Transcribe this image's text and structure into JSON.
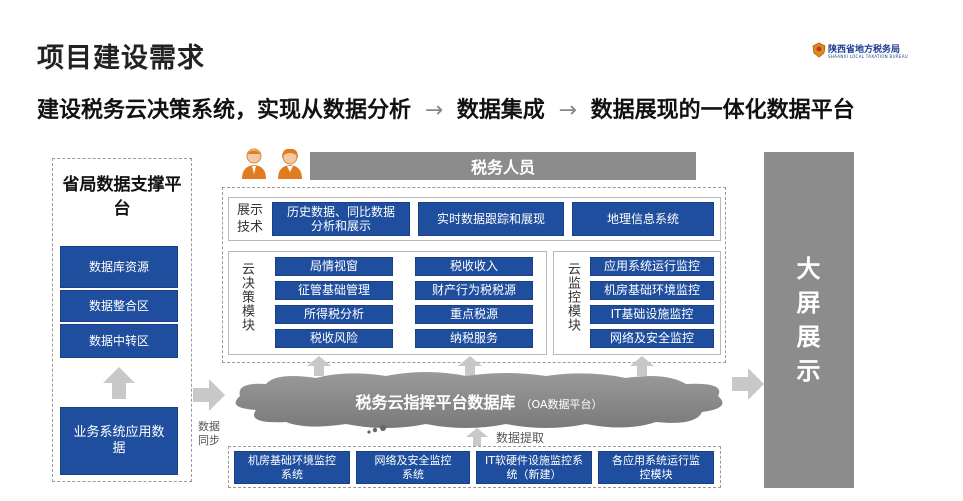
{
  "slide": {
    "title": "项目建设需求",
    "subtitle_parts": [
      "建设税务云决策系统，实现从数据分析",
      "→",
      "数据集成",
      "→",
      "数据展现的一体化数据平台"
    ],
    "logo": {
      "text": "陕西省地方税务局",
      "subtext": "SHAANXI LOCAL TAXATION BUREAU"
    }
  },
  "left_panel": {
    "title": "省局数据支撑平台",
    "items": [
      "数据库资源",
      "数据整合区",
      "数据中转区"
    ],
    "bottom": "业务系统应用数据"
  },
  "sync_label": "数据同步",
  "top_bar": "税务人员",
  "display_tech": {
    "label": "展示技术",
    "items": [
      "历史数据、同比数据分析和展示",
      "实时数据跟踪和展现",
      "地理信息系统"
    ]
  },
  "cloud_decision": {
    "label": "云决策模块",
    "items": [
      "局情视窗",
      "税收收入",
      "征管基础管理",
      "财产行为税税源",
      "所得税分析",
      "重点税源",
      "税收风险",
      "纳税服务"
    ]
  },
  "cloud_monitor": {
    "label": "云监控模块",
    "items": [
      "应用系统运行监控",
      "机房基础环境监控",
      "IT基础设施监控",
      "网络及安全监控"
    ]
  },
  "database": {
    "main": "税务云指挥平台数据库",
    "sub": "（OA数据平台）"
  },
  "extract_label": "数据提取",
  "bottom_items": [
    "机房基础环境监控系统",
    "网络及安全监控系统",
    "IT软硬件设施监控系统（新建）",
    "各应用系统运行监控模块"
  ],
  "big_screen": "大屏展示",
  "colors": {
    "accent_blue": "#1f4e9e",
    "gray_bar": "#8c8c8c",
    "arrow_gray": "#c8c8c8"
  }
}
